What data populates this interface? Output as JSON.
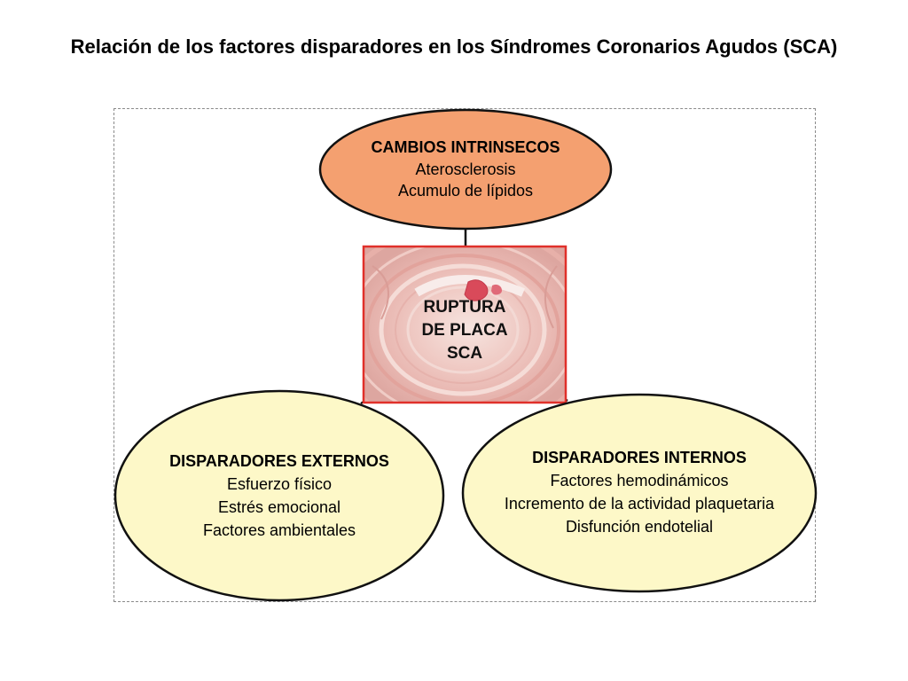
{
  "title": "Relación de los factores disparadores en los Síndromes Coronarios Agudos (SCA)",
  "colors": {
    "top_node_fill": "#f4a070",
    "bottom_node_fill": "#fdf8c8",
    "center_border": "#e0302a",
    "line": "#111111"
  },
  "icons": {
    "center_image": "artery-cross-section-image"
  },
  "top_node": {
    "heading": "CAMBIOS INTRINSECOS",
    "items": [
      "Aterosclerosis",
      "Acumulo de lípidos"
    ]
  },
  "center_node": {
    "lines": [
      "RUPTURA",
      "DE PLACA",
      "SCA"
    ]
  },
  "left_node": {
    "heading": "DISPARADORES EXTERNOS",
    "items": [
      "Esfuerzo físico",
      "Estrés emocional",
      "Factores ambientales"
    ]
  },
  "right_node": {
    "heading": "DISPARADORES INTERNOS",
    "items": [
      "Factores hemodinámicos",
      "Incremento de la actividad plaquetaria",
      "Disfunción endotelial"
    ]
  }
}
